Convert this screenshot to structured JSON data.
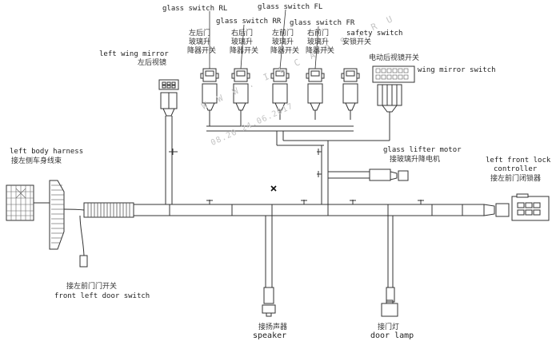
{
  "labels": {
    "glass_switch_rl": "glass switch RL",
    "glass_switch_rr": "glass switch RR",
    "glass_switch_fl": "glass switch FL",
    "glass_switch_fr": "glass switch FR",
    "safety_switch": "safety switch",
    "safety_switch_cn": "安锁开关",
    "sw_rl_cn": [
      "左后门",
      "玻璃升",
      "降器开关"
    ],
    "sw_rr_cn": [
      "右后门",
      "玻璃升",
      "降器开关"
    ],
    "sw_fl_cn": [
      "左前门",
      "玻璃升",
      "降器开关"
    ],
    "sw_fr_cn": [
      "右前门",
      "玻璃升",
      "降器开关"
    ],
    "left_wing_mirror": "left wing mirror",
    "left_wing_mirror_cn": "左后视镜",
    "wing_mirror_switch_cn": "电动后视镜开关",
    "wing_mirror_switch": "wing mirror switch",
    "left_body_harness": "left body harness",
    "left_body_harness_cn": "接左侧车身线束",
    "glass_lifter_motor": "glass lifter motor",
    "glass_lifter_motor_cn": "接玻璃升降电机",
    "left_front_lock_controller_1": "left front lock",
    "left_front_lock_controller_2": "controller",
    "left_front_lock_controller_cn": "接左前门闭锁器",
    "front_left_door_switch_cn": "接左前门门开关",
    "front_left_door_switch": "front left door switch",
    "speaker_cn": "接扬声器",
    "speaker": "speaker",
    "door_lamp_cn": "接门灯",
    "door_lamp": "door lamp"
  },
  "watermark": {
    "url": "W W W . I L C A R S . R U",
    "date": "08.20 24.06.2017"
  }
}
